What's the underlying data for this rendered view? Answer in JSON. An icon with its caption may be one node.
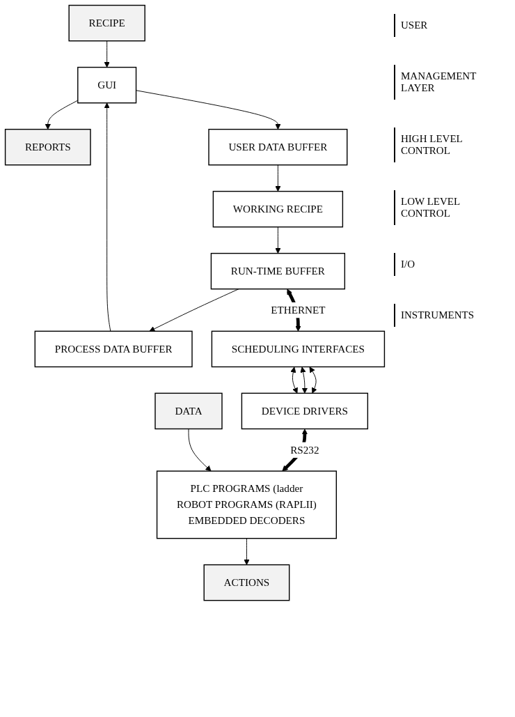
{
  "diagram": {
    "nodes": [
      {
        "text": [
          "RECIPE"
        ]
      },
      {
        "text": [
          "REPORTS"
        ]
      },
      {
        "text": [
          "GUI"
        ]
      },
      {
        "text": [
          "USER DATA BUFFER"
        ]
      },
      {
        "text": [
          "WORKING RECIPE"
        ]
      },
      {
        "text": [
          "PROCESS DATA BUFFER"
        ]
      },
      {
        "text": [
          "RUN-TIME BUFFER"
        ]
      },
      {
        "text": [
          "SCHEDULING INTERFACES"
        ]
      },
      {
        "text": [
          "DEVICE DRIVERS"
        ]
      },
      {
        "text": [
          "PLC PROGRAMS (ladder",
          "ROBOT PROGRAMS (RAPLII)",
          "EMBEDDED DECODERS"
        ]
      },
      {
        "text": [
          "ACTIONS"
        ]
      },
      {
        "text": [
          "DATA"
        ]
      }
    ],
    "edges": [
      {
        "from": 0,
        "to": 2,
        "arrow": "to"
      },
      {
        "from": 2,
        "to": 1,
        "arrow": "to"
      },
      {
        "from": 2,
        "to": 3,
        "arrow": "to"
      },
      {
        "from": 3,
        "to": 4,
        "arrow": "to"
      },
      {
        "from": 4,
        "to": 6,
        "arrow": "to"
      },
      {
        "from": 6,
        "to": 5,
        "arrow": "to"
      },
      {
        "from": 5,
        "to": 2,
        "arrow": "to"
      },
      {
        "from": 6,
        "to": 7,
        "arrow": "both",
        "label": "ETHERNET",
        "style": "thick"
      },
      {
        "from": 7,
        "to": 8,
        "arrow": "both"
      },
      {
        "from": 7,
        "to": 8,
        "arrow": "both"
      },
      {
        "from": 7,
        "to": 8,
        "arrow": "both"
      },
      {
        "from": 8,
        "to": 9,
        "arrow": "both",
        "label": "RS232",
        "style": "thick"
      },
      {
        "from": 9,
        "to": 10,
        "arrow": "to"
      },
      {
        "from": 11,
        "to": 9,
        "arrow": "to"
      }
    ],
    "labels": [
      "USER",
      "MANAGEMENT LAYER",
      "HIGH LEVEL CONTROL",
      "LOW LEVEL CONTROL",
      "I/O",
      "INSTRUMENTS"
    ]
  }
}
